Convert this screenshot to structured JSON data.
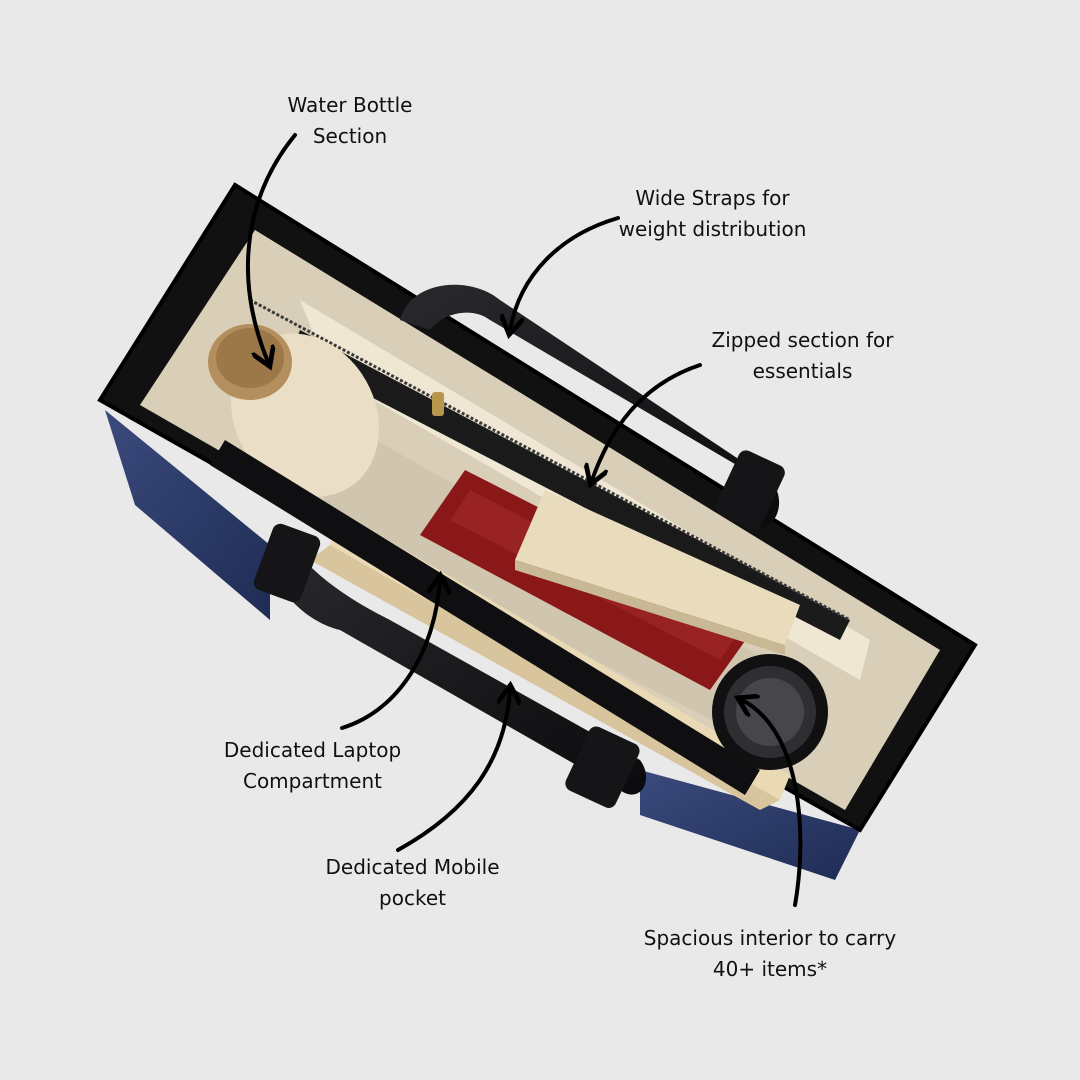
{
  "callouts": {
    "water_bottle": {
      "line1": "Water Bottle",
      "line2": "Section"
    },
    "wide_straps": {
      "line1": "Wide Straps for",
      "line2": "weight distribution"
    },
    "zipped_section": {
      "line1": "Zipped section for",
      "line2": "essentials"
    },
    "laptop": {
      "line1": "Dedicated Laptop",
      "line2": "Compartment"
    },
    "mobile": {
      "line1": "Dedicated Mobile",
      "line2": "pocket"
    },
    "interior": {
      "line1": "Spacious interior to carry",
      "line2": "40+ items*"
    }
  },
  "colors": {
    "background": "#e9e9e9",
    "bag_black": "#121214",
    "denim_blue": "#2b3a66",
    "lining_beige": "#e6dcc6",
    "book_red": "#8d1a1a",
    "arrow": "#000000"
  }
}
